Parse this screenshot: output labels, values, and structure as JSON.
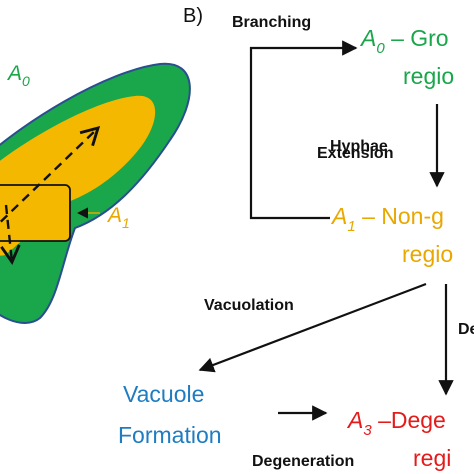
{
  "panel_label": "B)",
  "colors": {
    "green": "#1aa64a",
    "yellow": "#f5b800",
    "yellow_text": "#e8a800",
    "blue": "#1f7cc1",
    "red": "#e41b1b",
    "outline": "#2a4f8f",
    "arrow": "#111111"
  },
  "schematic": {
    "a0_label": {
      "sym": "A",
      "sub": "0"
    },
    "a1_label": {
      "sym": "A",
      "sub": "1"
    }
  },
  "nodes": {
    "a0": {
      "sym": "A",
      "sub": "0",
      "line1_rest": " – Gro",
      "line2": "regio"
    },
    "a1": {
      "sym": "A",
      "sub": "1",
      "line1_rest": " – Non-g",
      "line2": "regio"
    },
    "vacuole": {
      "line1": "Vacuole",
      "line2": "Formation"
    },
    "a3": {
      "sym": "A",
      "sub": "3",
      "line1_rest": " –Dege",
      "line2": "regi"
    }
  },
  "edges": {
    "branching": "Branching",
    "hyphae_line1": "Hyphae",
    "hyphae_line2": "Extension",
    "vacuolation": "Vacuolation",
    "degeneration": "Degeneration",
    "cut_label": "De"
  }
}
